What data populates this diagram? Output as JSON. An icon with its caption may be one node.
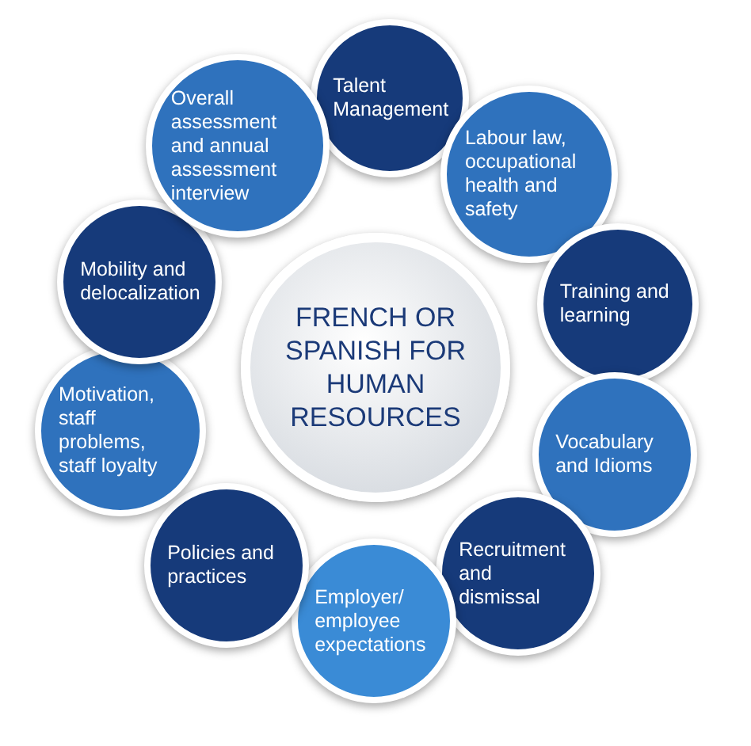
{
  "diagram": {
    "nodes": [
      {
        "text": [
          "FRENCH OR SPANISH FOR HUMAN RESOURCES"
        ]
      },
      {
        "text": [
          "Talent Management"
        ]
      },
      {
        "text": [
          "Labour law, occupational health and safety"
        ]
      },
      {
        "text": [
          "Training and learning"
        ]
      },
      {
        "text": [
          "Vocabulary and Idioms"
        ]
      },
      {
        "text": [
          "Recruitment and dismissal"
        ]
      },
      {
        "text": [
          "Employer/ employee expectations"
        ]
      },
      {
        "text": [
          "Policies and practices"
        ]
      },
      {
        "text": [
          "Motivation, staff problems, staff loyalty"
        ]
      },
      {
        "text": [
          "Mobility and delocalization"
        ]
      },
      {
        "text": [
          "Overall assessment and annual assessment interview"
        ]
      }
    ]
  }
}
